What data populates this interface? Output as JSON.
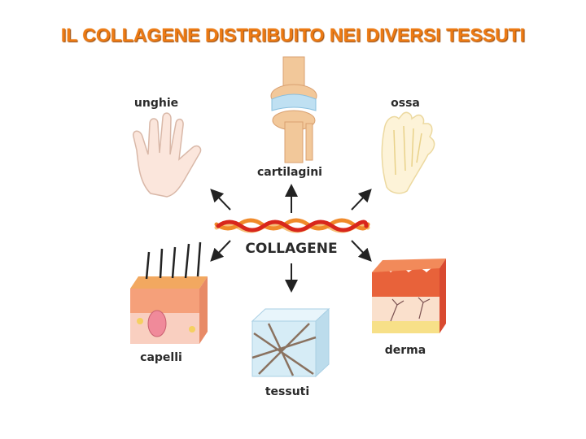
{
  "title": "IL COLLAGENE DISTRIBUITO NEI DIVERSI TESSUTI",
  "center": "COLLAGENE",
  "tissues": {
    "nails": "unghie",
    "cartilage": "cartilagini",
    "bones": "ossa",
    "hair": "capelli",
    "tissues": "tessuti",
    "dermis": "derma"
  },
  "colors": {
    "title": "#ec7a14",
    "fiber_red": "#d8261c",
    "fiber_orange": "#f08a2a",
    "fiber_light": "#f6c07a"
  }
}
